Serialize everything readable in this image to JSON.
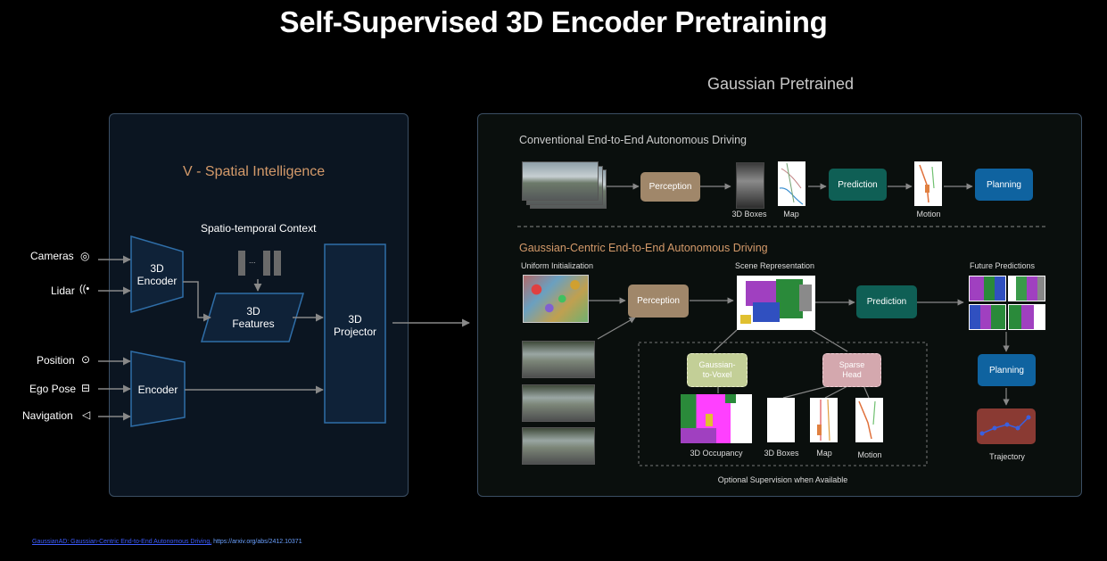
{
  "title": "Self-Supervised 3D Encoder Pretraining",
  "gaussian_pretrained_title": "Gaussian Pretrained",
  "left": {
    "title": "V - Spatial Intelligence",
    "context_label": "Spatio-temporal Context",
    "context_dots": "...",
    "inputs": [
      "Cameras",
      "Lidar",
      "Position",
      "Ego Pose",
      "Navigation"
    ],
    "encoder_3d": "3D\nEncoder",
    "encoder": "Encoder",
    "features": "3D\nFeatures",
    "projector": "3D\nProjector"
  },
  "conventional": {
    "title": "Conventional End-to-End Autonomous Driving",
    "perception": "Perception",
    "boxes": "3D Boxes",
    "map": "Map",
    "prediction": "Prediction",
    "motion": "Motion",
    "planning": "Planning"
  },
  "gaussian": {
    "title": "Gaussian-Centric End-to-End Autonomous Driving",
    "uniform_init": "Uniform Initialization",
    "scene_rep": "Scene Representation",
    "future_pred": "Future Predictions",
    "perception": "Perception",
    "prediction": "Prediction",
    "planning": "Planning",
    "trajectory": "Trajectory",
    "g2v": "Gaussian-\nto-Voxel",
    "sparse_head": "Sparse\nHead",
    "occupancy": "3D Occupancy",
    "boxes": "3D Boxes",
    "map": "Map",
    "motion": "Motion",
    "optional": "Optional Supervision when Available"
  },
  "footer": {
    "link_text": "GaussianAD: Gaussian-Centric End-to-End Autonomous Driving,",
    "url_text": " https://arxiv.org/abs/2412.10371"
  },
  "colors": {
    "perception": "#a0876a",
    "prediction": "#0f5f55",
    "planning": "#0f63a0",
    "g2v": "#c3cf97",
    "sparse": "#d4a8ae",
    "trajectory": "#8a3a33",
    "accent_orange": "#d49a6a",
    "shape_fill": "#0f2238",
    "shape_stroke": "#2f6ea8"
  }
}
